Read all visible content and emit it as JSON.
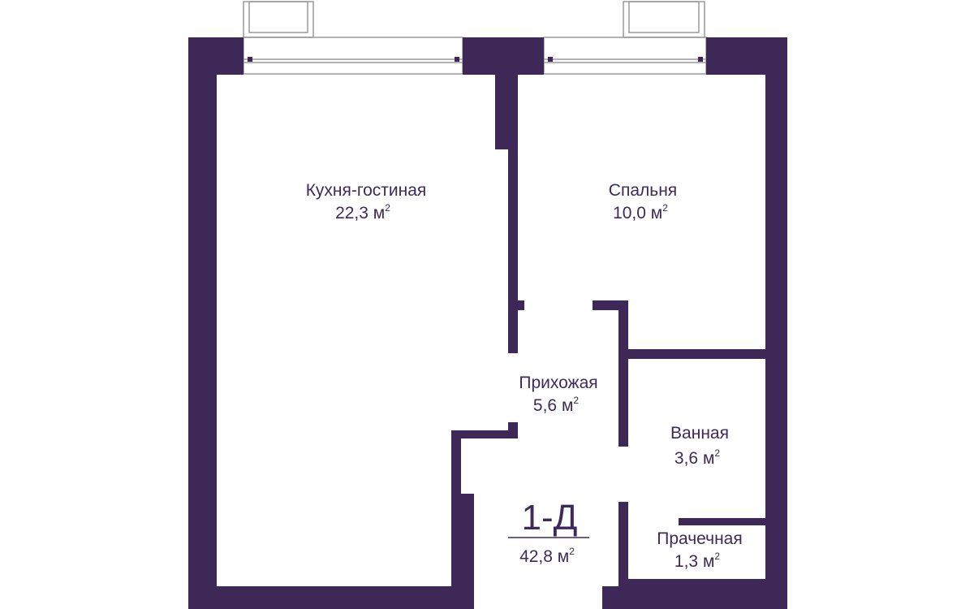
{
  "colors": {
    "wall": "#3e2858",
    "text": "#3d2a5a",
    "window": "#9a9a9a",
    "background": "#ffffff"
  },
  "rooms": [
    {
      "name": "Кухня-гостиная",
      "area": "22,3 м",
      "unit_exp": "2"
    },
    {
      "name": "Спальня",
      "area": "10,0 м",
      "unit_exp": "2"
    },
    {
      "name": "Прихожая",
      "area": "5,6 м",
      "unit_exp": "2"
    },
    {
      "name": "Ванная",
      "area": "3,6 м",
      "unit_exp": "2"
    },
    {
      "name": "Прачечная",
      "area": "1,3 м",
      "unit_exp": "2"
    }
  ],
  "apartment": {
    "code": "1-Д",
    "total_area": "42,8 м",
    "unit_exp": "2"
  }
}
